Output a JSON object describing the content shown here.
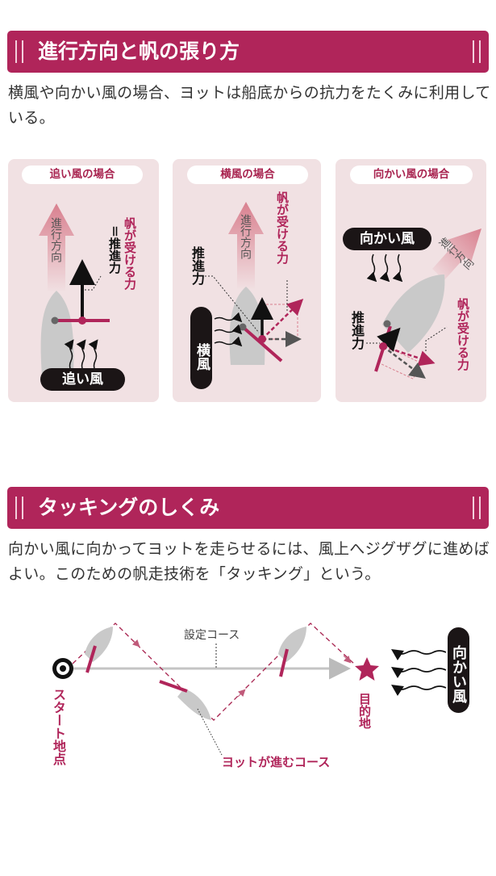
{
  "section1": {
    "title": "進行方向と帆の張り方",
    "body": "横風や向かい風の場合、ヨットは船底からの抗力をたくみに利用している。"
  },
  "panels": [
    {
      "title": "追い風の場合",
      "heading": "進行方向",
      "sail_force": "帆が受ける力",
      "equals_thrust": "＝推進力",
      "wind": "追い風"
    },
    {
      "title": "横風の場合",
      "heading": "進行方向",
      "sail_force": "帆が受ける力",
      "thrust": "推進力",
      "wind": "横風"
    },
    {
      "title": "向かい風の場合",
      "heading": "進行方向",
      "sail_force": "帆が受ける力",
      "thrust": "推進力",
      "wind": "向かい風"
    }
  ],
  "section2": {
    "title": "タッキングのしくみ",
    "body": "向かい風に向かってヨットを走らせるには、風上へジグザグに進めばよい。このための帆走技術を「タッキング」という。"
  },
  "tacking": {
    "set_course": "設定コース",
    "start": "スタート地点",
    "goal": "目的地",
    "yacht_course": "ヨットが進むコース",
    "wind": "向かい風"
  },
  "colors": {
    "accent": "#b0255a",
    "panel_bg": "#f1e1e3",
    "boat": "#c9c9c9"
  }
}
